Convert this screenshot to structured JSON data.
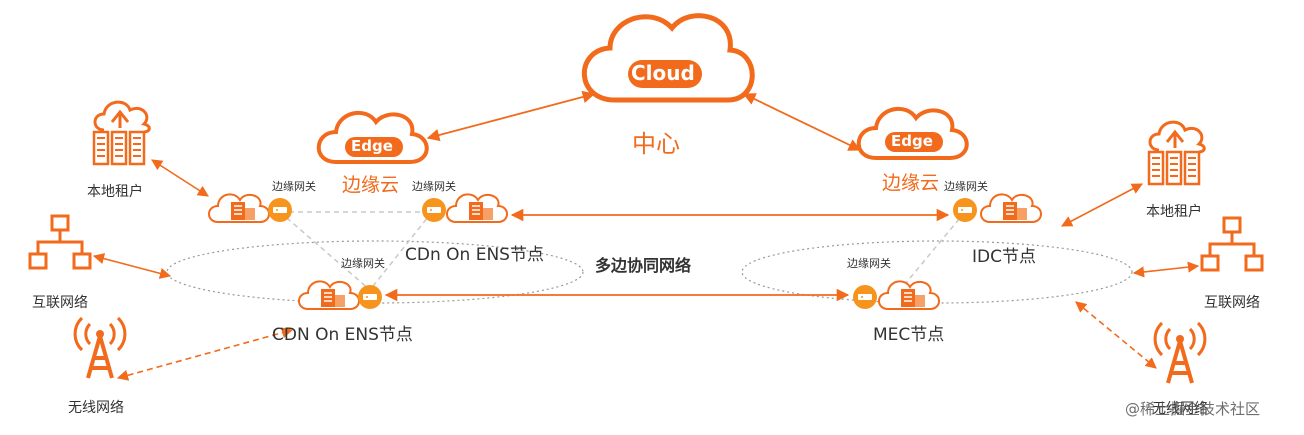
{
  "colors": {
    "accent": "#f26a1b",
    "line": "#333333",
    "dashed": "#cccccc"
  },
  "center": {
    "cloud_label": "Cloud",
    "label": "中心"
  },
  "edge_left": {
    "cloud_label": "Edge",
    "label": "边缘云"
  },
  "edge_right": {
    "cloud_label": "Edge",
    "label": "边缘云"
  },
  "gateway_label": "边缘网关",
  "nodes": {
    "cdn_ens_top": "CDn On ENS节点",
    "cdn_ens_bottom": "CDN On ENS节点",
    "idc": "IDC节点",
    "mec": "MEC节点"
  },
  "network_label": "多边协同网络",
  "left_side": {
    "tenant": "本地租户",
    "internet": "互联网络",
    "wireless": "无线网络"
  },
  "right_side": {
    "tenant": "本地租户",
    "internet": "互联网络",
    "wireless": "无线网络"
  },
  "watermark": "@稀土掘金技术社区",
  "icons": [
    "cloud-icon",
    "server-icon",
    "router-icon",
    "network-topology-icon",
    "antenna-icon",
    "cloud-server-icon"
  ]
}
